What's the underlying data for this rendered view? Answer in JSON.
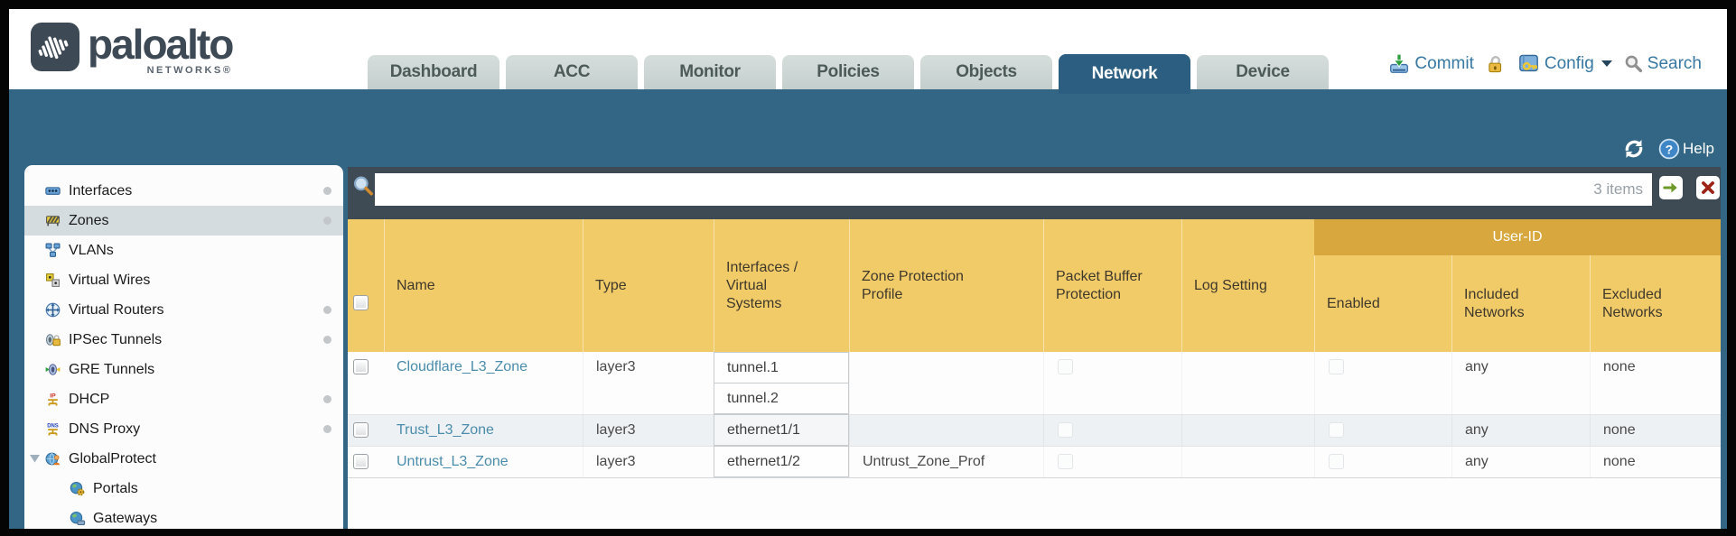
{
  "logo": {
    "word": "paloalto",
    "sub": "NETWORKS®"
  },
  "header": {
    "tabs": [
      {
        "label": "Dashboard",
        "active": false
      },
      {
        "label": "ACC",
        "active": false
      },
      {
        "label": "Monitor",
        "active": false
      },
      {
        "label": "Policies",
        "active": false
      },
      {
        "label": "Objects",
        "active": false
      },
      {
        "label": "Network",
        "active": true
      },
      {
        "label": "Device",
        "active": false
      }
    ],
    "actions": {
      "commit": "Commit",
      "config": "Config",
      "search": "Search"
    }
  },
  "toolbar": {
    "help": "Help"
  },
  "sidebar": {
    "items": [
      {
        "label": "Interfaces",
        "dot": true
      },
      {
        "label": "Zones",
        "dot": true,
        "selected": true
      },
      {
        "label": "VLANs",
        "dot": false
      },
      {
        "label": "Virtual Wires",
        "dot": false
      },
      {
        "label": "Virtual Routers",
        "dot": true
      },
      {
        "label": "IPSec Tunnels",
        "dot": true
      },
      {
        "label": "GRE Tunnels",
        "dot": false
      },
      {
        "label": "DHCP",
        "dot": true
      },
      {
        "label": "DNS Proxy",
        "dot": true
      },
      {
        "label": "GlobalProtect",
        "dot": false,
        "expanded": true
      },
      {
        "label": "Portals",
        "dot": false,
        "child": true
      },
      {
        "label": "Gateways",
        "dot": false,
        "child": true
      }
    ]
  },
  "filter": {
    "value": "",
    "count": "3 items"
  },
  "table": {
    "group_header": "User-ID",
    "columns": [
      "Name",
      "Type",
      "Interfaces / Virtual Systems",
      "Zone Protection Profile",
      "Packet Buffer Protection",
      "Log Setting",
      "Enabled",
      "Included Networks",
      "Excluded Networks"
    ],
    "rows": [
      {
        "name": "Cloudflare_L3_Zone",
        "type": "layer3",
        "interfaces": [
          "tunnel.1",
          "tunnel.2"
        ],
        "zone_protection_profile": "",
        "log_setting": "",
        "included_networks": "any",
        "excluded_networks": "none"
      },
      {
        "name": "Trust_L3_Zone",
        "type": "layer3",
        "interfaces": [
          "ethernet1/1"
        ],
        "zone_protection_profile": "",
        "log_setting": "",
        "included_networks": "any",
        "excluded_networks": "none"
      },
      {
        "name": "Untrust_L3_Zone",
        "type": "layer3",
        "interfaces": [
          "ethernet1/2"
        ],
        "zone_protection_profile": "Untrust_Zone_Prof",
        "log_setting": "",
        "included_networks": "any",
        "excluded_networks": "none"
      }
    ]
  },
  "colors": {
    "band_teal": "#336684",
    "tab_active": "#2b5e80",
    "tab_text": "#4c5a58",
    "action_link": "#3878a2",
    "filter_bar_bg": "#3e4a54",
    "table_header_bg": "#f2cb69",
    "userid_band_bg": "#d8a73e",
    "row_link": "#4a8cab",
    "row_alt_bg": "#eef1f4",
    "sidebar_selected": "#d4dcdf"
  }
}
